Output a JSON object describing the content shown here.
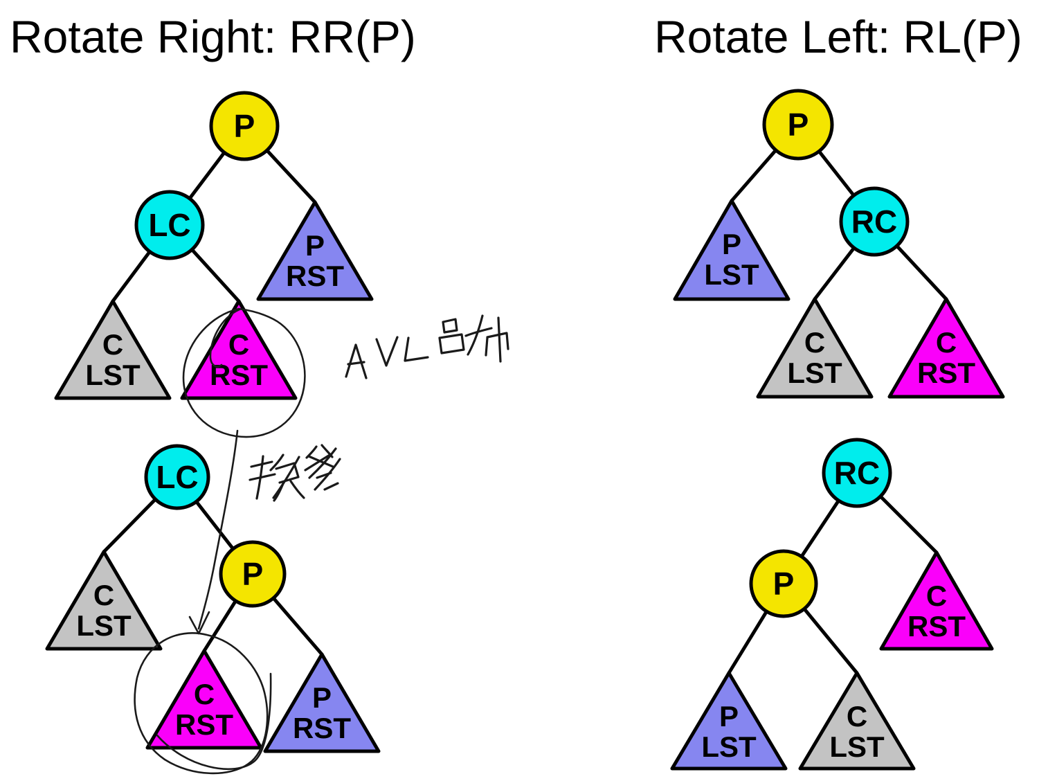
{
  "rr": {
    "title": "Rotate Right: RR(P)",
    "before": {
      "root": "P",
      "left_child": "LC",
      "p_rst": {
        "l1": "P",
        "l2": "RST"
      },
      "c_lst": {
        "l1": "C",
        "l2": "LST"
      },
      "c_rst": {
        "l1": "C",
        "l2": "RST"
      }
    },
    "after": {
      "root": "LC",
      "right_child": "P",
      "c_lst": {
        "l1": "C",
        "l2": "LST"
      },
      "c_rst": {
        "l1": "C",
        "l2": "RST"
      },
      "p_rst": {
        "l1": "P",
        "l2": "RST"
      }
    }
  },
  "rl": {
    "title": "Rotate Left: RL(P)",
    "before": {
      "root": "P",
      "right_child": "RC",
      "p_lst": {
        "l1": "P",
        "l2": "LST"
      },
      "c_lst": {
        "l1": "C",
        "l2": "LST"
      },
      "c_rst": {
        "l1": "C",
        "l2": "RST"
      }
    },
    "after": {
      "root": "RC",
      "left_child": "P",
      "c_rst": {
        "l1": "C",
        "l2": "RST"
      },
      "p_lst": {
        "l1": "P",
        "l2": "LST"
      },
      "c_lst": {
        "l1": "C",
        "l2": "LST"
      }
    }
  },
  "annotations": {
    "avl_note": "AVL吕布",
    "swap_note": "换爹"
  },
  "colors": {
    "parent_node": "#f4e500",
    "child_node": "#00eded",
    "p_subtree": "#8686f0",
    "c_lst_subtree": "#c3c3c3",
    "c_rst_subtree": "#fa00fa",
    "outline": "#000000",
    "ink": "#1a1a1a",
    "background": "#ffffff"
  }
}
